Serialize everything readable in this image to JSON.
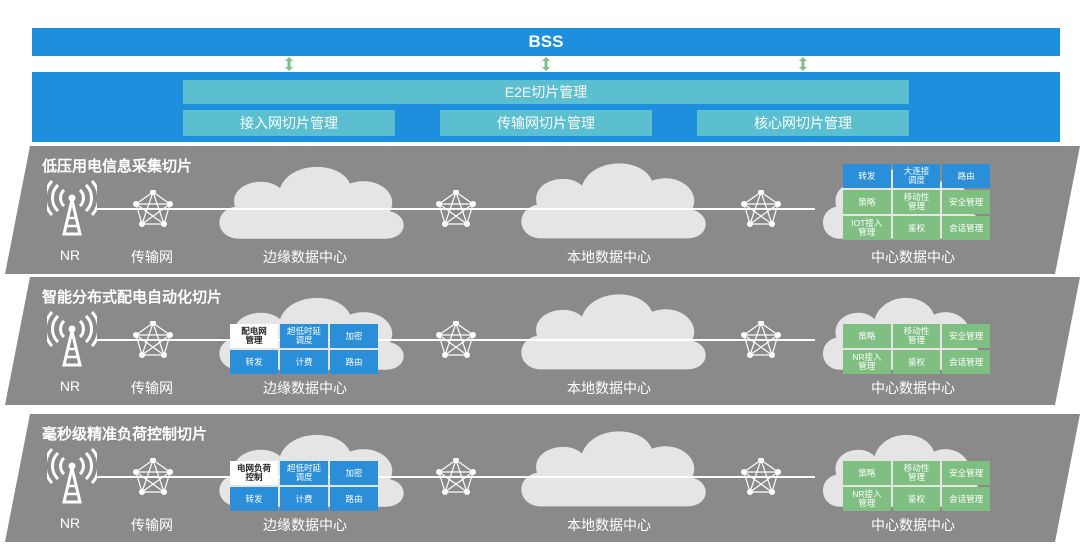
{
  "top": {
    "bss": "BSS",
    "e2e": "E2E切片管理",
    "submgmt": [
      "接入网切片管理",
      "传输网切片管理",
      "核心网切片管理"
    ]
  },
  "common_labels": {
    "nr": "NR",
    "transport": "传输网",
    "edge_dc": "边缘数据中心",
    "local_dc": "本地数据中心",
    "center_dc": "中心数据中心"
  },
  "slices": [
    {
      "title": "低压用电信息采集切片",
      "edge_grid": [],
      "center_grid": [
        {
          "text": "转发",
          "style": "blue"
        },
        {
          "text": "大连接\n调度",
          "style": "blue"
        },
        {
          "text": "路由",
          "style": "blue"
        },
        {
          "text": "策略",
          "style": "green"
        },
        {
          "text": "移动性\n管理",
          "style": "green"
        },
        {
          "text": "安全管理",
          "style": "green"
        },
        {
          "text": "IOT接入\n管理",
          "style": "green"
        },
        {
          "text": "鉴权",
          "style": "green"
        },
        {
          "text": "会话管理",
          "style": "green"
        }
      ]
    },
    {
      "title": "智能分布式配电自动化切片",
      "edge_grid": [
        {
          "text": "配电网\n管理",
          "style": "white"
        },
        {
          "text": "超低时延\n调度",
          "style": "blue"
        },
        {
          "text": "加密",
          "style": "blue"
        },
        {
          "text": "转发",
          "style": "blue"
        },
        {
          "text": "计费",
          "style": "blue"
        },
        {
          "text": "路由",
          "style": "blue"
        }
      ],
      "center_grid": [
        {
          "text": "策略",
          "style": "green"
        },
        {
          "text": "移动性\n管理",
          "style": "green"
        },
        {
          "text": "安全管理",
          "style": "green"
        },
        {
          "text": "NR接入\n管理",
          "style": "green"
        },
        {
          "text": "鉴权",
          "style": "green"
        },
        {
          "text": "会话管理",
          "style": "green"
        }
      ]
    },
    {
      "title": "毫秒级精准负荷控制切片",
      "edge_grid": [
        {
          "text": "电网负荷\n控制",
          "style": "white"
        },
        {
          "text": "超低时延\n调度",
          "style": "blue"
        },
        {
          "text": "加密",
          "style": "blue"
        },
        {
          "text": "转发",
          "style": "blue"
        },
        {
          "text": "计费",
          "style": "blue"
        },
        {
          "text": "路由",
          "style": "blue"
        }
      ],
      "center_grid": [
        {
          "text": "策略",
          "style": "green"
        },
        {
          "text": "移动性\n管理",
          "style": "green"
        },
        {
          "text": "安全管理",
          "style": "green"
        },
        {
          "text": "NR接入\n管理",
          "style": "green"
        },
        {
          "text": "鉴权",
          "style": "green"
        },
        {
          "text": "会话管理",
          "style": "green"
        }
      ]
    }
  ],
  "colors": {
    "bss_blue": "#1e8fdc",
    "mgmt_teal": "#5bbfd0",
    "band_gray": "#8a8a8a",
    "cloud": "#e5e5e5",
    "cell_blue": "#2a8fd8",
    "cell_green": "#7fbf82",
    "arrow_green": "#7fbf82"
  }
}
